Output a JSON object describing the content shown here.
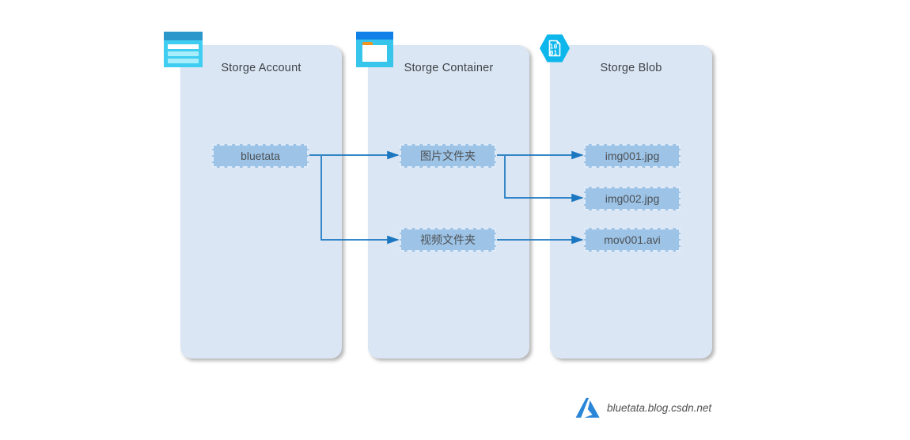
{
  "diagram": {
    "panels": [
      {
        "title": "Storge Account",
        "icon": "storage-account-icon",
        "items": [
          {
            "label": "bluetata"
          }
        ]
      },
      {
        "title": "Storge Container",
        "icon": "storage-container-icon",
        "items": [
          {
            "label": "图片文件夹"
          },
          {
            "label": "视频文件夹"
          }
        ]
      },
      {
        "title": "Storge Blob",
        "icon": "storage-blob-icon",
        "items": [
          {
            "label": "img001.jpg"
          },
          {
            "label": "img002.jpg"
          },
          {
            "label": "mov001.avi"
          }
        ]
      }
    ],
    "connections": [
      {
        "from": "bluetata",
        "to": "图片文件夹"
      },
      {
        "from": "bluetata",
        "to": "视频文件夹"
      },
      {
        "from": "图片文件夹",
        "to": "img001.jpg"
      },
      {
        "from": "图片文件夹",
        "to": "img002.jpg"
      },
      {
        "from": "视频文件夹",
        "to": "mov001.avi"
      }
    ]
  },
  "icons": {
    "blob_line1": "10",
    "blob_line2": "01"
  },
  "footer": {
    "watermark": "bluetata.blog.csdn.net"
  },
  "colors": {
    "panel_fill": "#dbe6f4",
    "node_fill": "#9dc3e6",
    "node_border": "#e0ebf9",
    "connector_blue": "#1b77c0",
    "title_text": "#3e4347",
    "node_text": "#4c5156",
    "icon_cyan": "#3fcdf2",
    "icon_header_blue": "#1181e8",
    "icon_header_steel": "#2b97cb",
    "blob_hex_cyan": "#0db7eb",
    "folder_tab_orange": "#f29422",
    "azure_logo_blue": "#2a86d8"
  }
}
